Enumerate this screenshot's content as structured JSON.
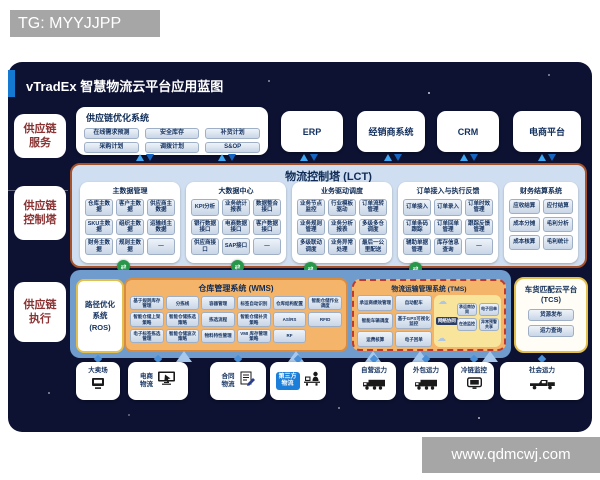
{
  "watermarks": {
    "top": "TG: MYYJJPP",
    "bottom": "www.qdmcwj.com"
  },
  "header": {
    "title": "vTradEx 智慧物流云平台应用蓝图"
  },
  "icons": {
    "sync": "⇄",
    "cloud": "☁"
  },
  "left_labels": [
    {
      "label": "供应链\n服务"
    },
    {
      "label": "供应链\n控制塔"
    },
    {
      "label": "供应链\n执行"
    }
  ],
  "service_row": {
    "optimization": {
      "title": "供应链优化系统",
      "items": [
        "在线需求预测",
        "安全库存",
        "补货计划",
        "采购计划",
        "调拨计划",
        "S&OP"
      ]
    },
    "systems": [
      {
        "label": "ERP"
      },
      {
        "label": "经销商系统"
      },
      {
        "label": "CRM"
      },
      {
        "label": "电商平台"
      }
    ]
  },
  "lct": {
    "title": "物流控制塔 (LCT)",
    "sections": [
      {
        "title": "主数据管理",
        "items": [
          "仓库主数据",
          "客户主数据",
          "供应商主数据",
          "SKU主数据",
          "组织主数据",
          "运输线主数据",
          "财务主数据",
          "规则主数据",
          "—"
        ]
      },
      {
        "title": "大数据中心",
        "items": [
          "KPI分析",
          "业务统计报表",
          "数据整合接口",
          "银行数据接口",
          "电商数据接口",
          "客户数据接口",
          "供应商接口",
          "SAP接口",
          "—"
        ]
      },
      {
        "title": "业务驱动调度",
        "items": [
          "业务节点监控",
          "行业模板驱动",
          "订单流转管理",
          "业务规则管理",
          "业务分析报表",
          "多级多仓调度",
          "多级联动调度",
          "业务异常处理",
          "最后一公里配送"
        ]
      },
      {
        "title": "订单接入与执行反馈",
        "items": [
          "订单接入",
          "订单录入",
          "订单时效管理",
          "订单条码跟踪",
          "订单回单管理",
          "跟踪反馈管理",
          "辅助单据管理",
          "库存信息查询",
          "—"
        ]
      },
      {
        "title": "财务结算系统",
        "items": [
          "应收结算",
          "应付结算",
          "成本分摊",
          "毛利分析",
          "成本核算",
          "毛利统计"
        ]
      }
    ]
  },
  "execution": {
    "ros": {
      "title": "路径优化\n系统\n(ROS)"
    },
    "wms": {
      "title": "仓库管理系统 (WMS)",
      "items": [
        "基于规则库存管理",
        "分拣线",
        "容器管理",
        "标签自动识别",
        "仓库结构配置",
        "智能仓储作业调度",
        "智能仓储上架策略",
        "智能仓储拣选策略",
        "拣选流程",
        "智能仓储补货策略",
        "AS/RS",
        "RFID",
        "电子标签拣选管理",
        "智能仓储波次策略",
        "物料特性管理",
        "VMI 库存管理策略",
        "RF"
      ]
    },
    "tms": {
      "title": "物流运输管理系统 (TMS)",
      "items": [
        "承运商绩效管理",
        "自动配车",
        "智能车辆调度",
        "基于GPS可视化监控",
        "运费核算",
        "电子回单"
      ],
      "cloud_panel": {
        "label": "网络协同",
        "items": [
          "承运商协同",
          "电子回单",
          "在途监控",
          "异常预警共享"
        ]
      }
    },
    "tcs": {
      "title": "车货匹配云平台",
      "abbr": "(TCS)",
      "items": [
        "货源发布",
        "运力查询"
      ]
    }
  },
  "bottom_row": [
    {
      "label": "大卖场"
    },
    {
      "label": "电商物流"
    },
    {
      "label": "合同物流"
    },
    {
      "label": "第三方物流"
    },
    {
      "label": "自营运力"
    },
    {
      "label": "外包运力"
    },
    {
      "label": "冷链监控"
    },
    {
      "label": "社会运力"
    }
  ],
  "colors": {
    "accent_blue": "#1479d2",
    "panel_navy": "#0d1233",
    "lct_border": "#a8522a",
    "wms_fill": "#f4b469",
    "tms_border": "#c0392b",
    "green_sync": "#27984a",
    "badge_blue": "#1b7ed8",
    "label_red": "#8b3333"
  }
}
